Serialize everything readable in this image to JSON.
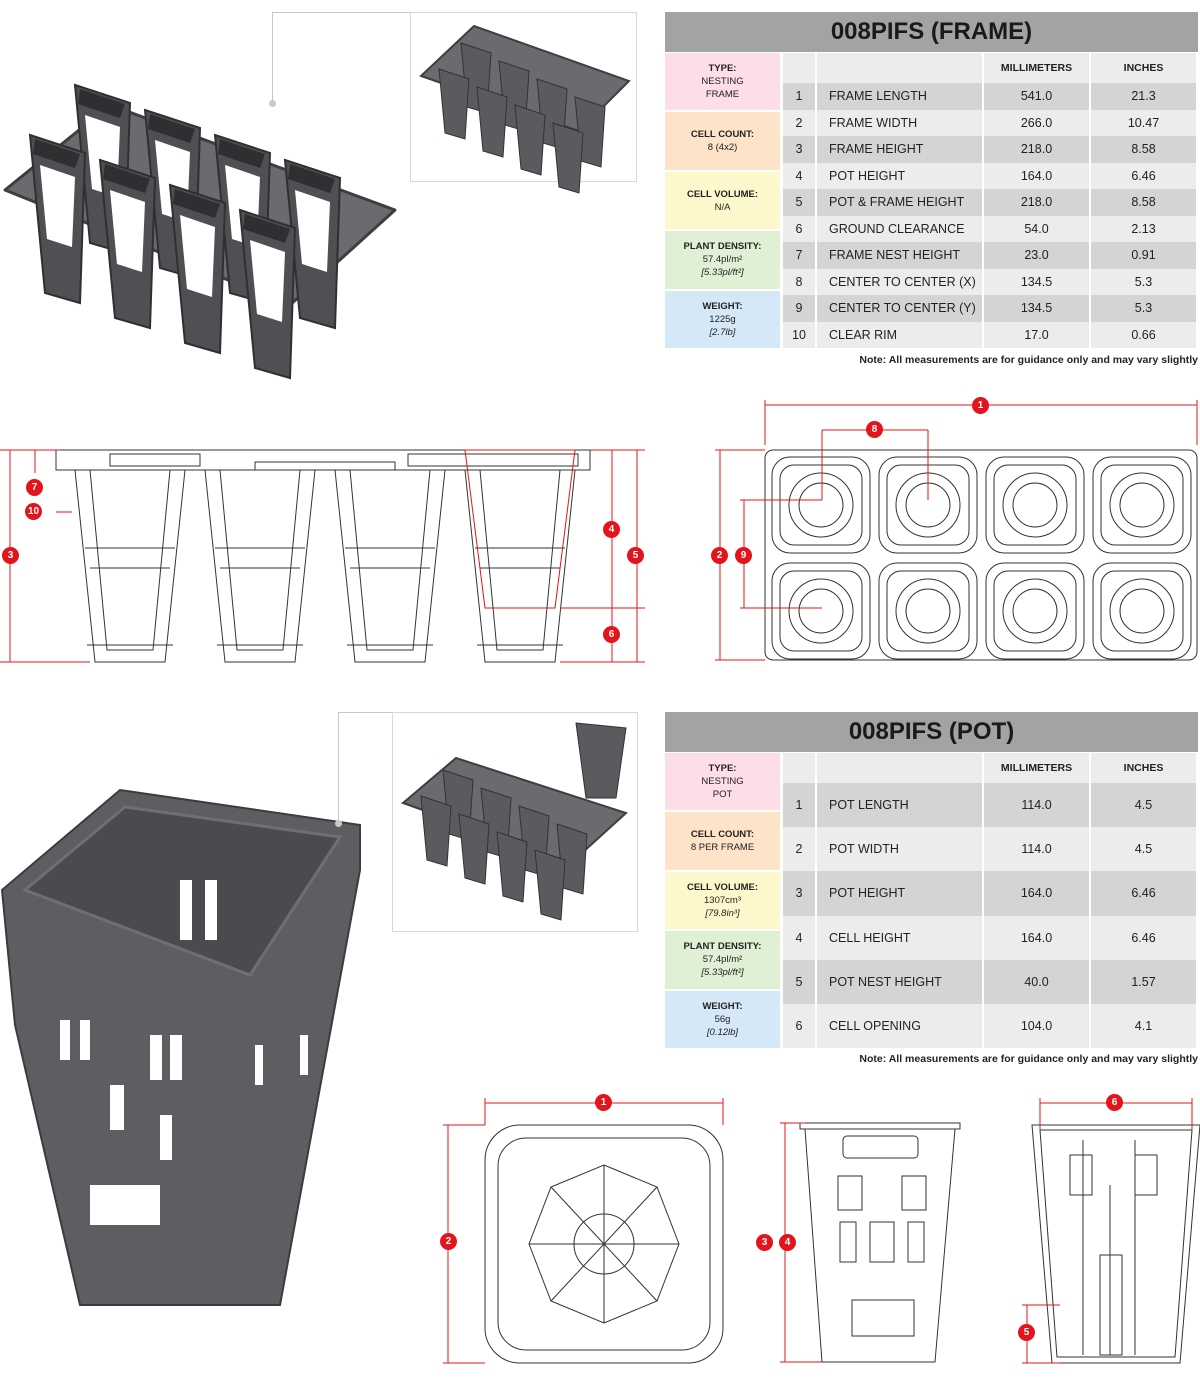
{
  "frame": {
    "title": "008PIFS (FRAME)",
    "side": [
      {
        "label": "TYPE:",
        "lines": [
          "NESTING",
          "FRAME"
        ],
        "italic": "",
        "color": "#fddde6"
      },
      {
        "label": "CELL COUNT:",
        "lines": [
          "8 (4x2)"
        ],
        "italic": "",
        "color": "#fde3c8"
      },
      {
        "label": "CELL VOLUME:",
        "lines": [
          "N/A"
        ],
        "italic": "",
        "color": "#fdf8cc"
      },
      {
        "label": "PLANT DENSITY:",
        "lines": [
          "57.4pl/m²"
        ],
        "italic": "[5.33pl/ft²]",
        "color": "#dff0d4"
      },
      {
        "label": "WEIGHT:",
        "lines": [
          "1225g"
        ],
        "italic": "[2.7lb]",
        "color": "#d4e8f8"
      }
    ],
    "headers": {
      "mm": "MILLIMETERS",
      "in": "INCHES"
    },
    "rows": [
      {
        "n": "1",
        "label": "FRAME LENGTH",
        "mm": "541.0",
        "in": "21.3"
      },
      {
        "n": "2",
        "label": "FRAME WIDTH",
        "mm": "266.0",
        "in": "10.47"
      },
      {
        "n": "3",
        "label": "FRAME HEIGHT",
        "mm": "218.0",
        "in": "8.58"
      },
      {
        "n": "4",
        "label": "POT HEIGHT",
        "mm": "164.0",
        "in": "6.46"
      },
      {
        "n": "5",
        "label": "POT & FRAME HEIGHT",
        "mm": "218.0",
        "in": "8.58"
      },
      {
        "n": "6",
        "label": "GROUND CLEARANCE",
        "mm": "54.0",
        "in": "2.13"
      },
      {
        "n": "7",
        "label": "FRAME NEST HEIGHT",
        "mm": "23.0",
        "in": "0.91"
      },
      {
        "n": "8",
        "label": "CENTER TO CENTER (X)",
        "mm": "134.5",
        "in": "5.3"
      },
      {
        "n": "9",
        "label": "CENTER TO CENTER (Y)",
        "mm": "134.5",
        "in": "5.3"
      },
      {
        "n": "10",
        "label": "CLEAR RIM",
        "mm": "17.0",
        "in": "0.66"
      }
    ],
    "note": "Note: All measurements are for guidance only and may vary slightly",
    "markers": {
      "m1": "1",
      "m2": "2",
      "m3": "3",
      "m4": "4",
      "m5": "5",
      "m6": "6",
      "m7": "7",
      "m8": "8",
      "m9": "9",
      "m10": "10"
    }
  },
  "pot": {
    "title": "008PIFS (POT)",
    "side": [
      {
        "label": "TYPE:",
        "lines": [
          "NESTING",
          "POT"
        ],
        "italic": "",
        "color": "#fddde6"
      },
      {
        "label": "CELL COUNT:",
        "lines": [
          "8 PER FRAME"
        ],
        "italic": "",
        "color": "#fde3c8"
      },
      {
        "label": "CELL VOLUME:",
        "lines": [
          "1307cm³"
        ],
        "italic": "[79.8in³]",
        "color": "#fdf8cc"
      },
      {
        "label": "PLANT DENSITY:",
        "lines": [
          "57.4pl/m²"
        ],
        "italic": "[5.33pl/ft²]",
        "color": "#dff0d4"
      },
      {
        "label": "WEIGHT:",
        "lines": [
          "56g"
        ],
        "italic": "[0.12lb]",
        "color": "#d4e8f8"
      }
    ],
    "headers": {
      "mm": "MILLIMETERS",
      "in": "INCHES"
    },
    "rows": [
      {
        "n": "1",
        "label": "POT LENGTH",
        "mm": "114.0",
        "in": "4.5"
      },
      {
        "n": "2",
        "label": "POT WIDTH",
        "mm": "114.0",
        "in": "4.5"
      },
      {
        "n": "3",
        "label": "POT HEIGHT",
        "mm": "164.0",
        "in": "6.46"
      },
      {
        "n": "4",
        "label": "CELL HEIGHT",
        "mm": "164.0",
        "in": "6.46"
      },
      {
        "n": "5",
        "label": "POT NEST HEIGHT",
        "mm": "40.0",
        "in": "1.57"
      },
      {
        "n": "6",
        "label": "CELL OPENING",
        "mm": "104.0",
        "in": "4.1"
      }
    ],
    "note": "Note: All measurements are for guidance only and may vary slightly",
    "markers": {
      "m1": "1",
      "m2": "2",
      "m3": "3",
      "m4": "4",
      "m5": "5",
      "m6": "6"
    }
  },
  "colors": {
    "marker": "#e3141b",
    "product": "#5a5b5e",
    "title_bar": "#a3a3a3"
  }
}
